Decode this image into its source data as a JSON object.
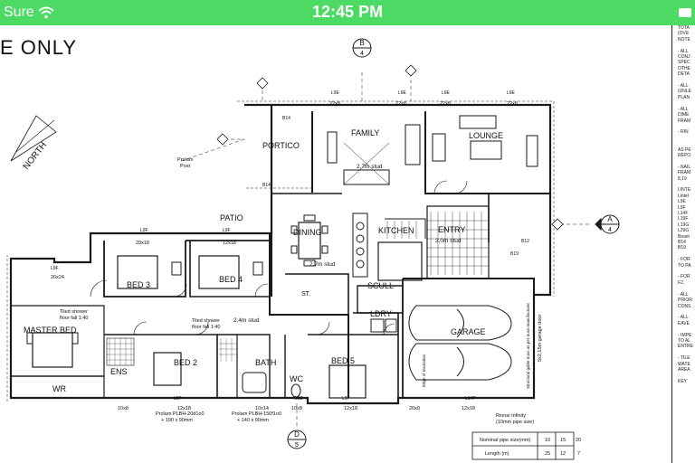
{
  "status_bar": {
    "carrier": "Sure",
    "time": "12:45 PM"
  },
  "document": {
    "header": "E ONLY"
  },
  "plan": {
    "north": "NORTH",
    "rooms": {
      "portico": "PORTICO",
      "family": "FAMILY",
      "lounge": "LOUNGE",
      "dining": "DINING",
      "kitchen": "KITCHEN",
      "entry": "ENTRY",
      "patio": "PATIO",
      "bed3": "BED 3",
      "bed4": "BED 4",
      "master_bed": "MASTER BED",
      "wr": "WR",
      "ens": "ENS",
      "bed2": "BED 2",
      "bath": "BATH",
      "wc": "WC",
      "bed5": "BED 5",
      "scull": "SCULL",
      "ldry": "LDRY",
      "garage": "GARAGE",
      "st": "ST."
    },
    "studs": {
      "family": "2,7m stud",
      "entry": "3,0m stud",
      "dining": "2,7m stud",
      "bed4": "2,4m stud"
    },
    "sections": {
      "a": "A",
      "a_num": "4",
      "b": "B",
      "b_num": "4",
      "d": "D",
      "d_num": "5"
    },
    "notes": {
      "shower1": "Tiled shower",
      "shower1b": "floor fall 1:40",
      "shower2": "Tiled shower",
      "shower2b": "floor fall 1:40",
      "prolam_post": "Prolam",
      "prolam_post2": "Post",
      "prolam1": "Prolam PLBH-20d1o0",
      "prolam1b": "+ 190 x 90mm",
      "prolam2": "Prolam PLBH-150f1o0",
      "prolam2b": "+ 140 x 90mm",
      "rinnai": "Rinnai Infinity",
      "rinnai2": "(10mm pipe size)",
      "garage_door": "5x2,15m garage door",
      "struct_wall": "Structural gable truss as per truss manufacturer",
      "insulation": "Edge of Insulation"
    },
    "dims": {
      "d1": "22x8",
      "d2": "22x8",
      "d3": "22x8",
      "d4": "22x8",
      "d5": "20x18",
      "d6": "12x18",
      "d7": "20x24",
      "d8": "12x18",
      "d9": "10x14",
      "d10": "10x8",
      "d11": "12x18",
      "d12": "20x9",
      "d13": "12x18",
      "d14": "10x8"
    },
    "lintels": {
      "l1": "L9E",
      "l2": "L9E",
      "l3": "L9E",
      "l4": "L9E",
      "l5": "L9F",
      "l6": "L9F",
      "l7": "L9F",
      "l8": "L9F",
      "l9": "L9E",
      "l10": "L9F",
      "l11": "L14F",
      "l12": "B14",
      "l13": "B14",
      "l14": "B19",
      "l15": "B12"
    },
    "pipe_table": {
      "row1_label": "Nominal pipe size(mm)",
      "row2_label": "Length (m)",
      "row1": [
        "10",
        "15",
        "20"
      ],
      "row2": [
        "25",
        "12",
        "7"
      ]
    }
  },
  "notes_panel": {
    "lines": [
      "TOTA",
      "(OVE",
      "NOTE",
      "",
      "- ALL",
      "CONJ",
      "SPEC",
      "OTHE",
      "DETA",
      "",
      "- ALL",
      "(UNLE",
      "PLAN",
      "",
      "- ALL",
      "DIME",
      "FRAM",
      "",
      "- RIN",
      "",
      "",
      "AS PE",
      "REPO",
      "",
      "- NAIL",
      "FRAM",
      "8,19",
      "",
      "LINTE",
      "Lintel",
      "L9E",
      "L9F",
      "L14F",
      "L19F",
      "L19G",
      "L29G",
      "Beam",
      "B14",
      "B19",
      "",
      "- FOR",
      "TO PA",
      "",
      "- FOR",
      "F2,",
      "",
      "- ALL",
      "PRIOR",
      "CONS",
      "",
      "- ALL",
      "EAVE",
      "",
      "- IMPE",
      "TO AL",
      "ENTRE",
      "",
      "- TILE",
      "WATE",
      "AREA",
      "",
      "KEY"
    ]
  },
  "colors": {
    "status_bar": "#4cd964",
    "ink": "#1a1a1a"
  }
}
